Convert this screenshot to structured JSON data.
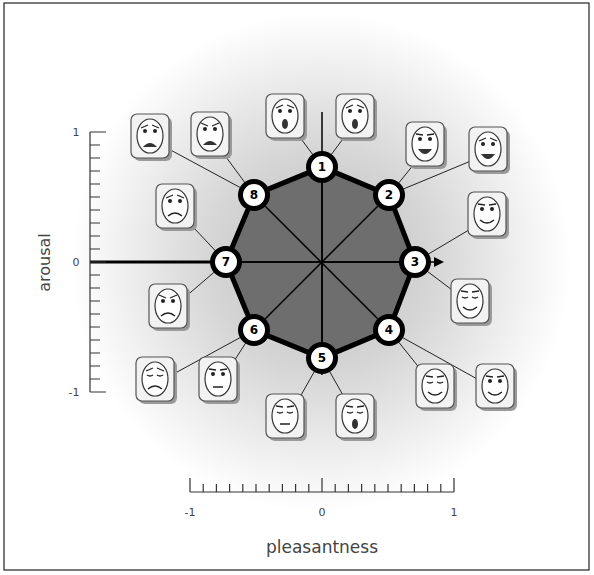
{
  "diagram": {
    "nodes": [
      {
        "text": [
          "1"
        ]
      },
      {
        "text": [
          "2"
        ]
      },
      {
        "text": [
          "3"
        ]
      },
      {
        "text": [
          "4"
        ]
      },
      {
        "text": [
          "5"
        ]
      },
      {
        "text": [
          "6"
        ]
      },
      {
        "text": [
          "7"
        ]
      },
      {
        "text": [
          "8"
        ]
      }
    ],
    "edges": [
      {
        "from": 0,
        "to": 1,
        "arrow": "none"
      },
      {
        "from": 1,
        "to": 2,
        "arrow": "none"
      },
      {
        "from": 2,
        "to": 3,
        "arrow": "none"
      },
      {
        "from": 3,
        "to": 4,
        "arrow": "none"
      },
      {
        "from": 4,
        "to": 5,
        "arrow": "none"
      },
      {
        "from": 5,
        "to": 6,
        "arrow": "none"
      },
      {
        "from": 6,
        "to": 7,
        "arrow": "none"
      },
      {
        "from": 7,
        "to": 0,
        "arrow": "none"
      },
      {
        "from": 0,
        "to": 4,
        "arrow": "none"
      },
      {
        "from": 1,
        "to": 5,
        "arrow": "none"
      },
      {
        "from": 2,
        "to": 6,
        "arrow": "none"
      },
      {
        "from": 3,
        "to": 7,
        "arrow": "none"
      }
    ],
    "labels": [
      "1",
      "0",
      "-1",
      "arousal",
      "-1",
      "0",
      "1",
      "pleasantness"
    ]
  }
}
